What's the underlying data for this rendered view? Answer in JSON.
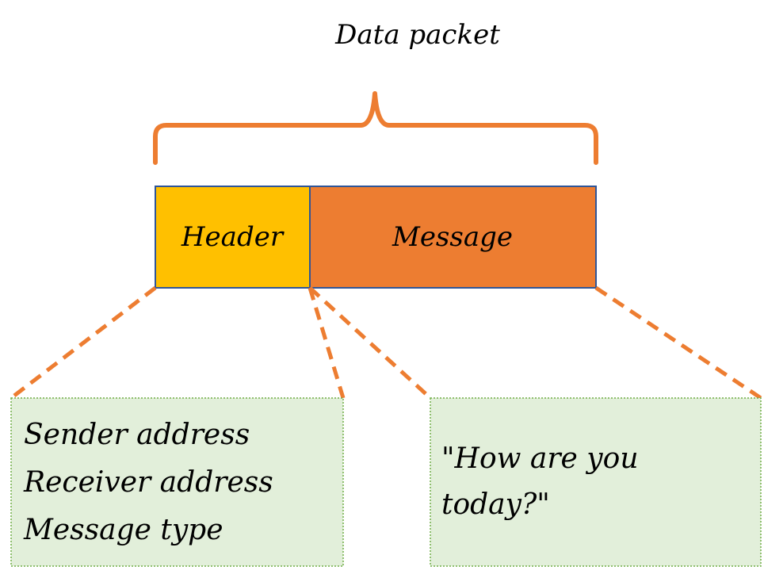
{
  "title": "Data packet",
  "packet": {
    "header_label": "Header",
    "message_label": "Message"
  },
  "header_details": {
    "lines": [
      "Sender address",
      "Receiver address",
      "Message type"
    ]
  },
  "message_details": {
    "lines": [
      "\"How are you",
      "today?\""
    ]
  },
  "colors": {
    "brace": "#ED7D31",
    "header_fill": "#FFC000",
    "message_fill": "#ED7D31",
    "block_border": "#2F5597",
    "detail_fill": "#E2EFDA",
    "detail_border": "#70AD47",
    "connector": "#ED7D31"
  }
}
